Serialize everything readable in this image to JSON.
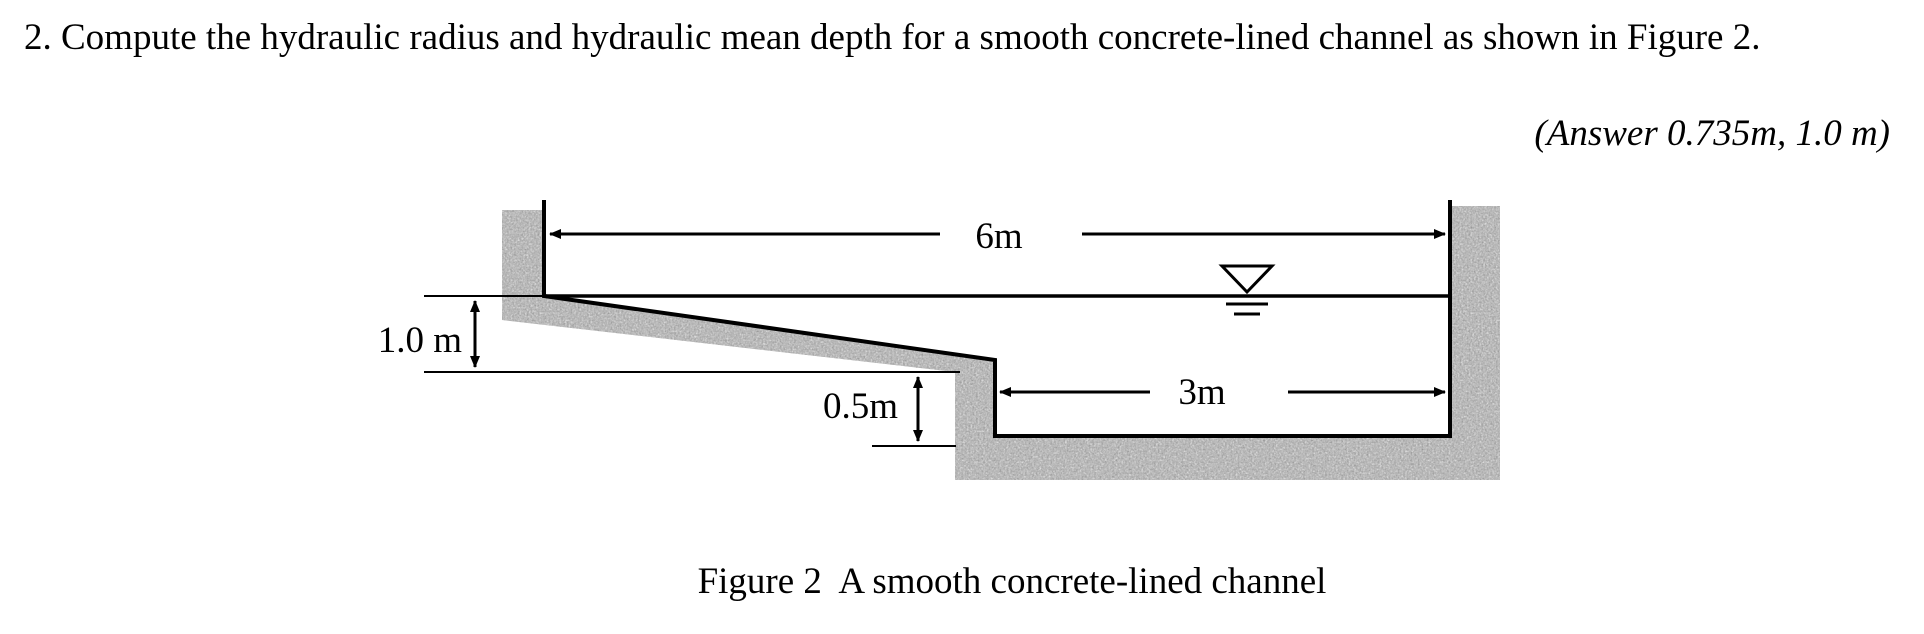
{
  "question": {
    "text": "2. Compute the hydraulic radius and hydraulic mean depth for a smooth concrete-lined channel as shown in Figure 2.",
    "answer": "(Answer 0.735m, 1.0 m)"
  },
  "figure": {
    "top_width_label": "6m",
    "bottom_width_label": "3m",
    "depth_label": "1.0 m",
    "step_label": "0.5m",
    "caption": "Figure 2  A smooth concrete-lined channel"
  }
}
